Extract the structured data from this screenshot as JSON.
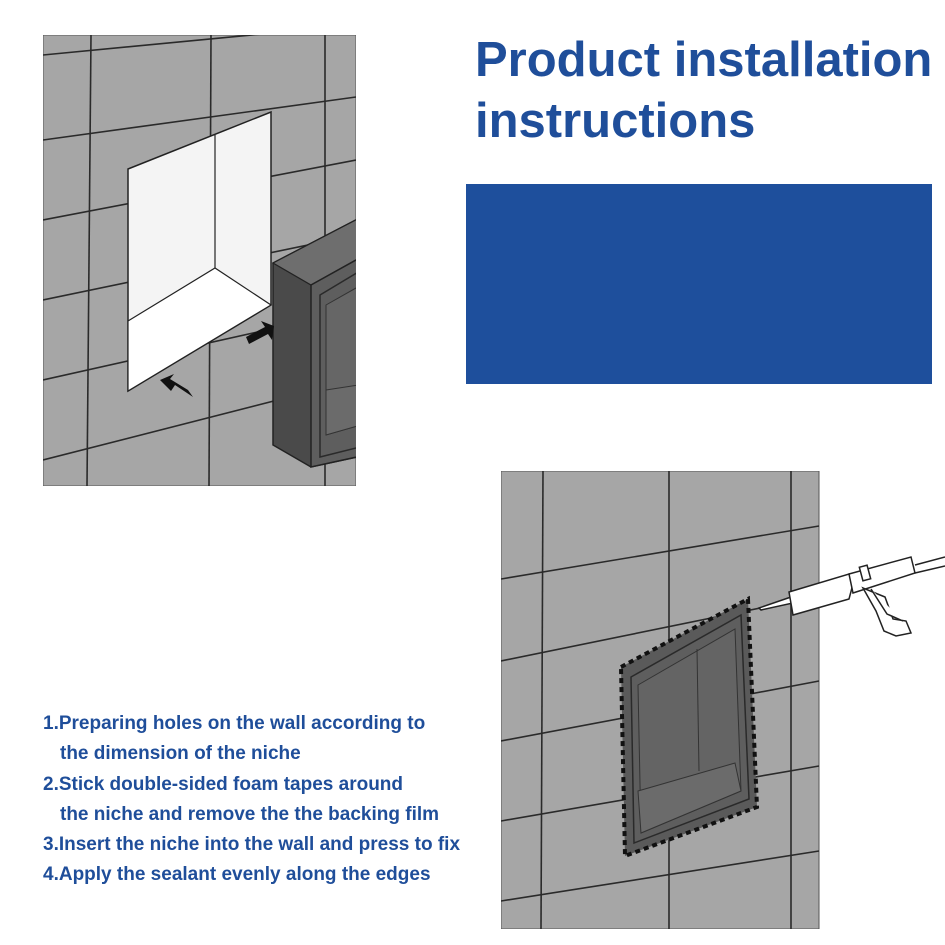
{
  "title": {
    "line1": "Product installation",
    "line2": "instructions"
  },
  "colors": {
    "accent": "#1f4e9a",
    "block": "#1e4f9c",
    "tile": "#a6a6a6",
    "niche": "#5e5e5e"
  },
  "steps": [
    {
      "line1": "1.Preparing holes on the wall according to",
      "line2": "the dimension of the niche"
    },
    {
      "line1": "2.Stick double-sided foam tapes around",
      "line2": "the niche and remove the the backing film"
    },
    {
      "line1": "3.Insert the niche into the wall and press to fix"
    },
    {
      "line1": "4.Apply the sealant evenly along the edges"
    }
  ],
  "illustrations": [
    {
      "name": "niche-insertion-illustration",
      "icons": [
        "push-arrow-icon",
        "push-arrow-icon"
      ]
    },
    {
      "name": "sealant-application-illustration",
      "icons": [
        "caulking-gun-icon"
      ]
    }
  ]
}
